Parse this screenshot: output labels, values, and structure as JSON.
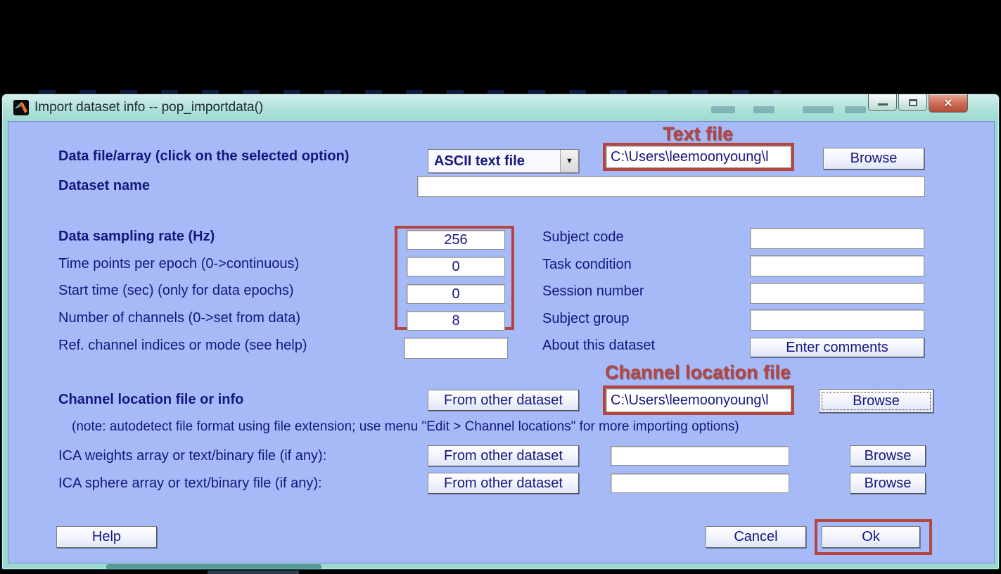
{
  "window": {
    "title": "Import dataset info -- pop_importdata()"
  },
  "annotations": {
    "text_file": "Text file",
    "channel_location_file": "Channel location file",
    "accent_color": "#b5453e"
  },
  "data_file_row": {
    "label": "Data file/array (click on the selected option)",
    "dropdown_value": "ASCII text file",
    "path_value": "C:\\Users\\leemoonyoung\\l",
    "browse_label": "Browse"
  },
  "dataset_name": {
    "label": "Dataset name",
    "value": ""
  },
  "left_rows": [
    {
      "label": "Data sampling rate (Hz)",
      "value": "256"
    },
    {
      "label": "Time points per epoch (0->continuous)",
      "value": "0"
    },
    {
      "label": "Start time (sec) (only for data epochs)",
      "value": "0"
    },
    {
      "label": "Number of channels (0->set from data)",
      "value": "8"
    },
    {
      "label": "Ref. channel indices or mode (see help)",
      "value": ""
    }
  ],
  "right_rows": [
    {
      "label": "Subject code",
      "value": ""
    },
    {
      "label": "Task condition",
      "value": ""
    },
    {
      "label": "Session number",
      "value": ""
    },
    {
      "label": "Subject group",
      "value": ""
    }
  ],
  "about_row": {
    "label": "About this dataset",
    "button_label": "Enter comments"
  },
  "channel_row": {
    "label": "Channel location file or info",
    "from_other_label": "From other dataset",
    "path_value": "C:\\Users\\leemoonyoung\\l",
    "browse_label": "Browse"
  },
  "note": "(note: autodetect file format using file extension; use menu \"Edit > Channel locations\" for more importing options)",
  "ica_rows": [
    {
      "label": "ICA weights array or text/binary file (if any):",
      "from_other_label": "From other dataset",
      "value": "",
      "browse_label": "Browse"
    },
    {
      "label": "ICA sphere array or text/binary file (if any):",
      "from_other_label": "From other dataset",
      "value": "",
      "browse_label": "Browse"
    }
  ],
  "footer": {
    "help": "Help",
    "cancel": "Cancel",
    "ok": "Ok"
  }
}
